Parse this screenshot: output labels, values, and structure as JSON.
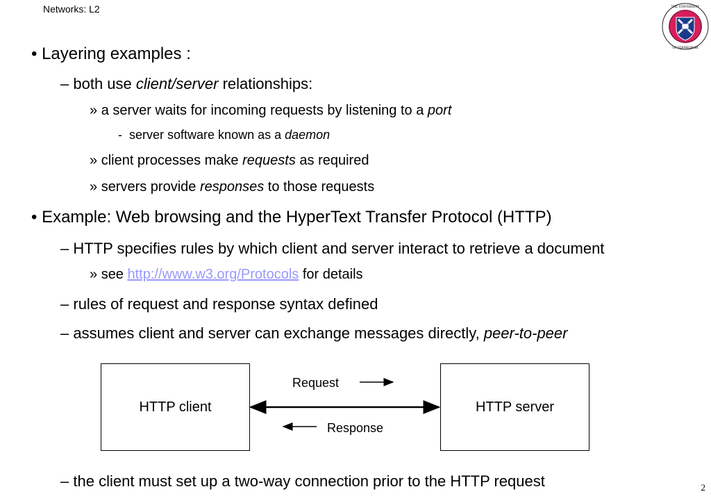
{
  "header": {
    "title": "Networks: L2",
    "page_number": "2"
  },
  "crest": {
    "ring_text": "THE UNIVERSITY OF EDINBURGH",
    "colors": {
      "ring": "#d81e5b",
      "shield": "#1b3b8a",
      "cross": "#ffffff"
    }
  },
  "content": {
    "b1": {
      "marker": "•",
      "text": "Layering examples :"
    },
    "b1_1": {
      "marker": "–",
      "pre": "both use ",
      "em": "client/server",
      "post": " relationships:"
    },
    "b1_1_1": {
      "marker": "»",
      "pre": "a server waits for incoming requests by listening to a ",
      "em": "port"
    },
    "b1_1_1_1": {
      "marker": "-",
      "pre": "server software known as a ",
      "em": "daemon"
    },
    "b1_1_2": {
      "marker": "»",
      "pre": "client processes make ",
      "em": "requests",
      "post": " as required"
    },
    "b1_1_3": {
      "marker": "»",
      "pre": "servers provide ",
      "em": "responses",
      "post": " to those requests"
    },
    "b2": {
      "marker": "•",
      "text": "Example: Web browsing and the HyperText Transfer Protocol (HTTP)"
    },
    "b2_1": {
      "marker": "–",
      "text": "HTTP specifies rules by which client and server interact to retrieve a document"
    },
    "b2_1_1": {
      "marker": "»",
      "pre": "see ",
      "link": "http://www.w3.org/Protocols",
      "post": " for details"
    },
    "b2_2": {
      "marker": "–",
      "text": "rules of request and response syntax defined"
    },
    "b2_3": {
      "marker": "–",
      "pre": "assumes client and server can exchange messages directly, ",
      "em": "peer-to-peer"
    },
    "b2_4": {
      "marker": "–",
      "text": "the client must set up a two-way connection prior to the HTTP request"
    }
  },
  "diagram": {
    "client_label": "HTTP client",
    "server_label": "HTTP server",
    "request_label": "Request",
    "response_label": "Response"
  }
}
